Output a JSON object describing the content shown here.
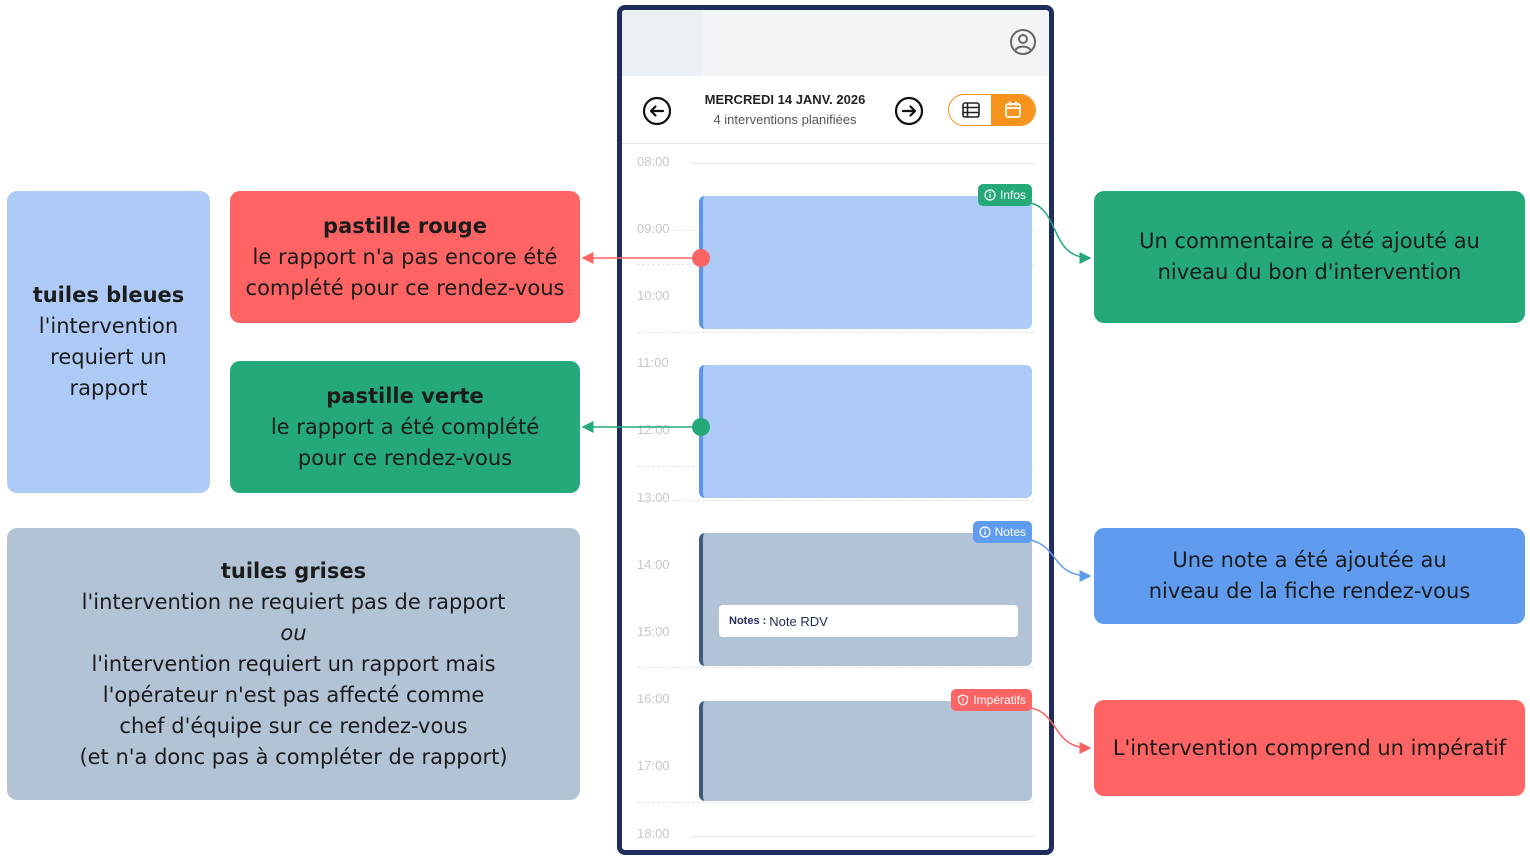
{
  "legends": {
    "blue": {
      "title": "tuiles bleues",
      "lines": [
        "l'intervention",
        "requiert un",
        "rapport"
      ]
    },
    "red": {
      "title": "pastille rouge",
      "lines": [
        "le rapport n'a pas encore été",
        "complété pour ce rendez-vous"
      ]
    },
    "green": {
      "title": "pastille verte",
      "lines": [
        "le rapport a été complété",
        "pour ce rendez-vous"
      ]
    },
    "grey": {
      "title": "tuiles grises",
      "line1": "l'intervention ne requiert pas de rapport",
      "or": "ou",
      "lines": [
        "l'intervention requiert un rapport mais",
        "l'opérateur n'est pas affecté comme",
        "chef d'équipe sur ce rendez-vous",
        "(et n'a donc pas à compléter de rapport)"
      ]
    },
    "infos": {
      "lines": [
        "Un commentaire a été ajouté au",
        "niveau du bon d'intervention"
      ]
    },
    "notes": {
      "lines": [
        "Une note a été ajoutée au",
        "niveau de la fiche rendez-vous"
      ]
    },
    "imperatif": {
      "lines": [
        "L'intervention comprend un impératif"
      ]
    }
  },
  "phone": {
    "date_title": "MERCREDI 14 JANV. 2026",
    "date_subtitle": "4 interventions planifiées",
    "hours": [
      "08:00",
      "09:00",
      "10:00",
      "11:00",
      "12:00",
      "13:00",
      "14:00",
      "15:00",
      "16:00",
      "17:00",
      "18:00"
    ],
    "badges": {
      "infos": "Infos",
      "notes": "Notes",
      "imperatifs": "Impératifs"
    },
    "note_card": {
      "label": "Notes :",
      "value": "Note RDV"
    },
    "icons": {
      "profile": "user-circle-icon",
      "prev": "arrow-left-circle-icon",
      "next": "arrow-right-circle-icon",
      "list": "list-icon",
      "calendar": "calendar-icon"
    }
  },
  "colors": {
    "blue_tile": "#aecbf8",
    "grey_tile": "#b3c3d6",
    "red": "#fe6464",
    "green": "#25a978",
    "notes_blue": "#5f9cf0",
    "accent_orange": "#f6931d",
    "frame": "#1e2d5b"
  }
}
